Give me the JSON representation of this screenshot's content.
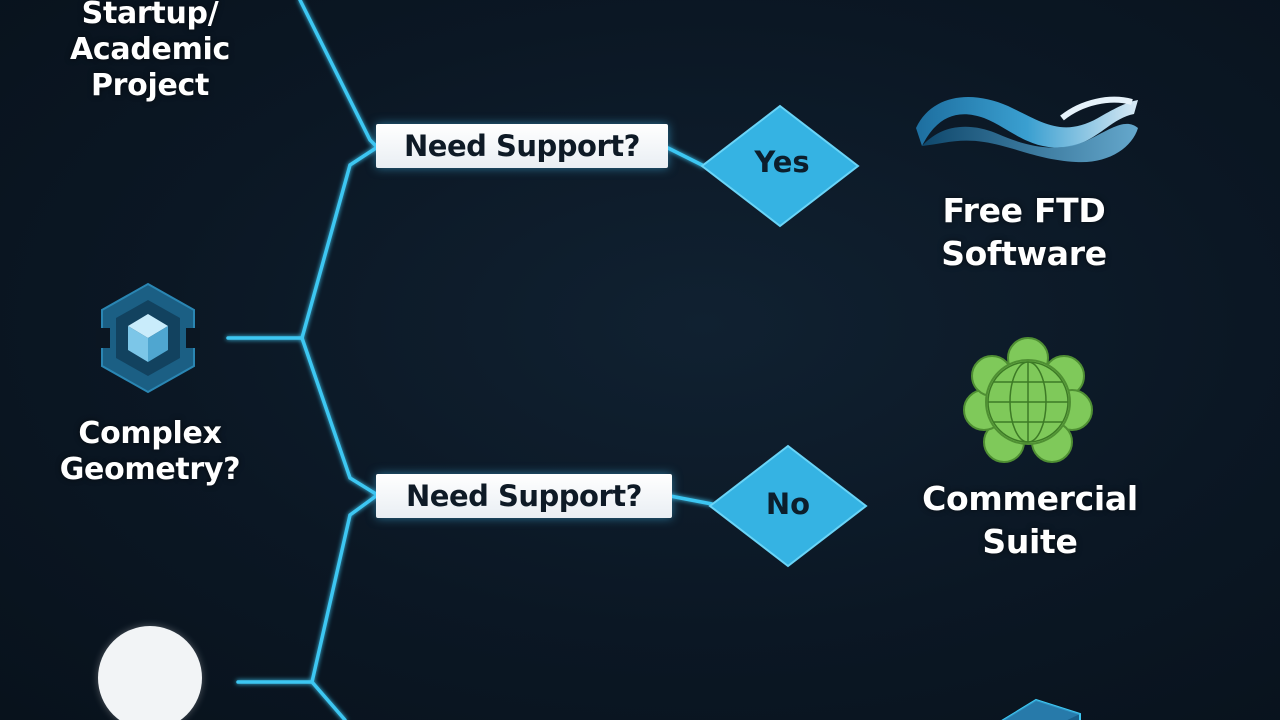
{
  "nodes": {
    "startup_label": "Startup/\nAcademic\nProject",
    "complex_geometry_label": "Complex\nGeometry?"
  },
  "questions": [
    {
      "label": "Need Support?"
    },
    {
      "label": "Need Support?"
    }
  ],
  "decisions": [
    {
      "label": "Yes"
    },
    {
      "label": "No"
    }
  ],
  "outcomes": [
    {
      "label": "Free FTD\nSoftware",
      "icon": "wave-ribbon-logo-icon"
    },
    {
      "label": "Commercial\nSuite",
      "icon": "green-globe-flower-icon"
    }
  ],
  "icons": {
    "complex_geometry": "hexagon-cube-icon",
    "bottom_left": "white-circle-icon",
    "bottom_right": "partial-blue-box-icon"
  },
  "colors": {
    "background": "#0b1622",
    "connector": "#3ec7f2",
    "diamond": "#35b3e3",
    "question_box": "#ffffff",
    "outcome_icon_green": "#7fc95a"
  }
}
